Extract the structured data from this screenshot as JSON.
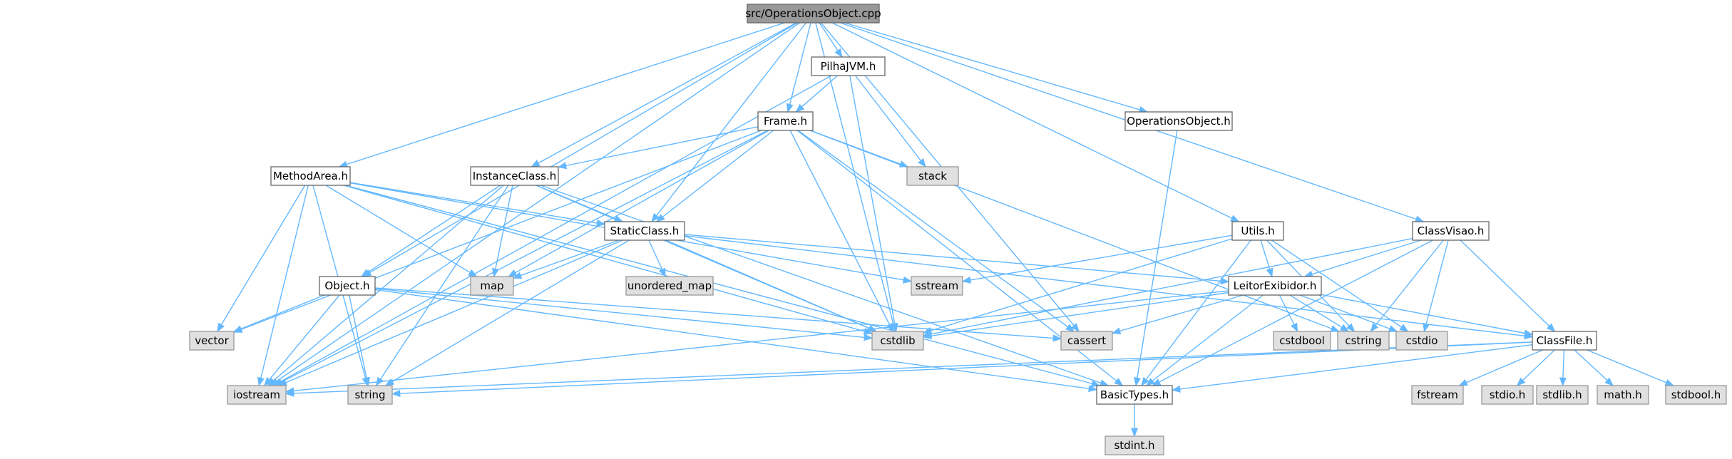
{
  "colors": {
    "root_fill": "#999999",
    "file_fill": "#ffffff",
    "system_fill": "#e0e0e0",
    "node_border": "#666666",
    "system_border": "#999999",
    "edge": "#63b8ff"
  },
  "nodes": [
    {
      "id": "root",
      "label": "src/OperationsObject.cpp",
      "kind": "root"
    },
    {
      "id": "pilha",
      "label": "PilhaJVM.h",
      "kind": "file"
    },
    {
      "id": "frame",
      "label": "Frame.h",
      "kind": "file"
    },
    {
      "id": "opsh",
      "label": "OperationsObject.h",
      "kind": "file"
    },
    {
      "id": "stack",
      "label": "stack",
      "kind": "system"
    },
    {
      "id": "methodarea",
      "label": "MethodArea.h",
      "kind": "file"
    },
    {
      "id": "instanceclass",
      "label": "InstanceClass.h",
      "kind": "file"
    },
    {
      "id": "staticclass",
      "label": "StaticClass.h",
      "kind": "file"
    },
    {
      "id": "utils",
      "label": "Utils.h",
      "kind": "file"
    },
    {
      "id": "classvisao",
      "label": "ClassVisao.h",
      "kind": "file"
    },
    {
      "id": "object",
      "label": "Object.h",
      "kind": "file"
    },
    {
      "id": "map",
      "label": "map",
      "kind": "system"
    },
    {
      "id": "unordered_map",
      "label": "unordered_map",
      "kind": "system"
    },
    {
      "id": "sstream",
      "label": "sstream",
      "kind": "system"
    },
    {
      "id": "leitor",
      "label": "LeitorExibidor.h",
      "kind": "file"
    },
    {
      "id": "vector",
      "label": "vector",
      "kind": "system"
    },
    {
      "id": "cstdlib",
      "label": "cstdlib",
      "kind": "system"
    },
    {
      "id": "cassert",
      "label": "cassert",
      "kind": "system"
    },
    {
      "id": "cstdbool",
      "label": "cstdbool",
      "kind": "system"
    },
    {
      "id": "cstring",
      "label": "cstring",
      "kind": "system"
    },
    {
      "id": "cstdio",
      "label": "cstdio",
      "kind": "system"
    },
    {
      "id": "classfile",
      "label": "ClassFile.h",
      "kind": "file"
    },
    {
      "id": "iostream",
      "label": "iostream",
      "kind": "system"
    },
    {
      "id": "string",
      "label": "string",
      "kind": "system"
    },
    {
      "id": "basictypes",
      "label": "BasicTypes.h",
      "kind": "file"
    },
    {
      "id": "fstream",
      "label": "fstream",
      "kind": "system"
    },
    {
      "id": "stdio",
      "label": "stdio.h",
      "kind": "system"
    },
    {
      "id": "stdlib",
      "label": "stdlib.h",
      "kind": "system"
    },
    {
      "id": "math",
      "label": "math.h",
      "kind": "system"
    },
    {
      "id": "stdbool",
      "label": "stdbool.h",
      "kind": "system"
    },
    {
      "id": "stdint",
      "label": "stdint.h",
      "kind": "system"
    }
  ],
  "edges": [
    [
      "root",
      "pilha"
    ],
    [
      "root",
      "frame"
    ],
    [
      "root",
      "opsh"
    ],
    [
      "root",
      "methodarea"
    ],
    [
      "root",
      "instanceclass"
    ],
    [
      "root",
      "staticclass"
    ],
    [
      "root",
      "utils"
    ],
    [
      "root",
      "classvisao"
    ],
    [
      "root",
      "object"
    ],
    [
      "root",
      "iostream"
    ],
    [
      "root",
      "cstdlib"
    ],
    [
      "root",
      "cassert"
    ],
    [
      "pilha",
      "frame"
    ],
    [
      "pilha",
      "stack"
    ],
    [
      "pilha",
      "iostream"
    ],
    [
      "pilha",
      "cstdlib"
    ],
    [
      "frame",
      "stack"
    ],
    [
      "frame",
      "instanceclass"
    ],
    [
      "frame",
      "staticclass"
    ],
    [
      "frame",
      "vector"
    ],
    [
      "frame",
      "iostream"
    ],
    [
      "frame",
      "map"
    ],
    [
      "frame",
      "cstdlib"
    ],
    [
      "frame",
      "cassert"
    ],
    [
      "frame",
      "cstring"
    ],
    [
      "frame",
      "basictypes"
    ],
    [
      "opsh",
      "basictypes"
    ],
    [
      "methodarea",
      "staticclass"
    ],
    [
      "methodarea",
      "map"
    ],
    [
      "methodarea",
      "vector"
    ],
    [
      "methodarea",
      "iostream"
    ],
    [
      "methodarea",
      "string"
    ],
    [
      "methodarea",
      "cstdlib"
    ],
    [
      "methodarea",
      "basictypes"
    ],
    [
      "methodarea",
      "sstream"
    ],
    [
      "instanceclass",
      "staticclass"
    ],
    [
      "instanceclass",
      "object"
    ],
    [
      "instanceclass",
      "map"
    ],
    [
      "instanceclass",
      "iostream"
    ],
    [
      "instanceclass",
      "string"
    ],
    [
      "instanceclass",
      "cstdlib"
    ],
    [
      "instanceclass",
      "basictypes"
    ],
    [
      "staticclass",
      "map"
    ],
    [
      "staticclass",
      "unordered_map"
    ],
    [
      "staticclass",
      "leitor"
    ],
    [
      "staticclass",
      "classfile"
    ],
    [
      "staticclass",
      "cstdlib"
    ],
    [
      "staticclass",
      "iostream"
    ],
    [
      "staticclass",
      "string"
    ],
    [
      "utils",
      "leitor"
    ],
    [
      "utils",
      "sstream"
    ],
    [
      "utils",
      "cstring"
    ],
    [
      "utils",
      "cstdio"
    ],
    [
      "utils",
      "cstdlib"
    ],
    [
      "utils",
      "basictypes"
    ],
    [
      "classvisao",
      "leitor"
    ],
    [
      "classvisao",
      "classfile"
    ],
    [
      "classvisao",
      "cstring"
    ],
    [
      "classvisao",
      "cstdio"
    ],
    [
      "classvisao",
      "cstdlib"
    ],
    [
      "classvisao",
      "basictypes"
    ],
    [
      "object",
      "vector"
    ],
    [
      "object",
      "iostream"
    ],
    [
      "object",
      "string"
    ],
    [
      "object",
      "cstdlib"
    ],
    [
      "object",
      "cassert"
    ],
    [
      "object",
      "basictypes"
    ],
    [
      "leitor",
      "cstdbool"
    ],
    [
      "leitor",
      "cstring"
    ],
    [
      "leitor",
      "cstdio"
    ],
    [
      "leitor",
      "cassert"
    ],
    [
      "leitor",
      "cstdlib"
    ],
    [
      "leitor",
      "classfile"
    ],
    [
      "leitor",
      "iostream"
    ],
    [
      "leitor",
      "basictypes"
    ],
    [
      "classfile",
      "fstream"
    ],
    [
      "classfile",
      "stdio"
    ],
    [
      "classfile",
      "stdlib"
    ],
    [
      "classfile",
      "math"
    ],
    [
      "classfile",
      "stdbool"
    ],
    [
      "classfile",
      "iostream"
    ],
    [
      "classfile",
      "string"
    ],
    [
      "classfile",
      "basictypes"
    ],
    [
      "basictypes",
      "stdint"
    ]
  ]
}
